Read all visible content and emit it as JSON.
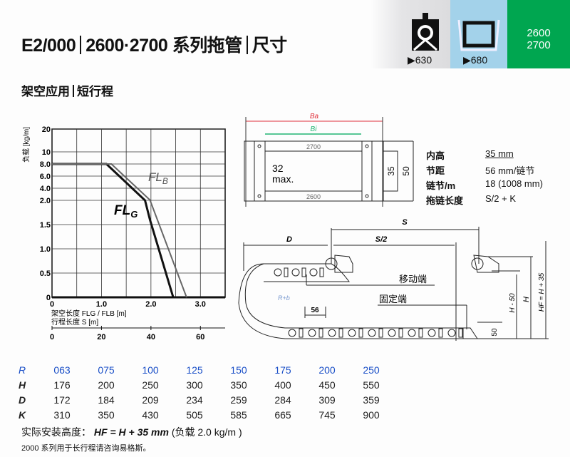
{
  "header": {
    "title_parts": [
      "E2/000",
      "2600·2700 系列拖管",
      "尺寸"
    ],
    "subtitle_parts": [
      "架空应用",
      "短行程"
    ],
    "tabs": [
      {
        "label": "▶630",
        "icon": "chain-end-bracket-icon"
      },
      {
        "label": "▶680",
        "icon": "frame-cross-section-icon"
      }
    ],
    "series_badge": [
      "2600",
      "2700"
    ],
    "colors": {
      "green": "#00a650",
      "blue_tab": "#a3d2ea",
      "table_blue": "#1a4fc7"
    }
  },
  "chart_data": {
    "type": "line",
    "ylabel": "负载 [kg/m]",
    "xlabel1": "架空长度 FLG / FLB [m]",
    "xlabel2": "行程长度 S [m]",
    "yticks": [
      "20",
      "10",
      "8.0",
      "6.0",
      "4.0",
      "2.0",
      "1.5",
      "1.0",
      "0.5",
      "0"
    ],
    "ytick_values": [
      20,
      10,
      8,
      6,
      4,
      2,
      1.5,
      1,
      0.5,
      0
    ],
    "xticks": [
      "0",
      "1.0",
      "2.0",
      "3.0"
    ],
    "xtick_values": [
      0,
      1,
      2,
      3
    ],
    "x2ticks": [
      "0",
      "20",
      "40",
      "60"
    ],
    "xlim": [
      0,
      3.5
    ],
    "grid": true,
    "series": [
      {
        "name": "FLG",
        "color": "#111111",
        "points": [
          [
            0,
            8
          ],
          [
            1.1,
            8
          ],
          [
            1.88,
            2
          ],
          [
            1.98,
            1.6
          ],
          [
            2.45,
            0
          ]
        ]
      },
      {
        "name": "FLB",
        "color": "#666666",
        "points": [
          [
            0,
            8
          ],
          [
            1.2,
            8
          ],
          [
            1.98,
            2.05
          ],
          [
            2.72,
            0
          ]
        ]
      }
    ]
  },
  "section": {
    "Ba": "Ba",
    "Bi": "Bi",
    "top_code": "2700",
    "bottom_code": "2600",
    "max_label": [
      "32",
      "max."
    ],
    "inner": "35",
    "outer": "50"
  },
  "specs": [
    {
      "label": "内高",
      "value": "35 mm"
    },
    {
      "label": "节距",
      "value": "56 mm/链节"
    },
    {
      "label": "链节/m",
      "value": "18 (1008 mm)"
    },
    {
      "label": "拖链长度",
      "value": "S/2 + K"
    }
  ],
  "side_view": {
    "S": "S",
    "S2": "S/2",
    "D": "D",
    "moving": "移动端",
    "fixed": "固定端",
    "R": "R+b",
    "pitch": "56",
    "h50": "50",
    "Hm50": "H - 50",
    "H": "H",
    "HF": "HF = H + 35"
  },
  "table": {
    "rows": [
      {
        "key": "R",
        "values": [
          "063",
          "075",
          "100",
          "125",
          "150",
          "175",
          "200",
          "250"
        ]
      },
      {
        "key": "H",
        "values": [
          "176",
          "200",
          "250",
          "300",
          "350",
          "400",
          "450",
          "550"
        ]
      },
      {
        "key": "D",
        "values": [
          "172",
          "184",
          "209",
          "234",
          "259",
          "284",
          "309",
          "359"
        ]
      },
      {
        "key": "K",
        "values": [
          "310",
          "350",
          "430",
          "505",
          "585",
          "665",
          "745",
          "900"
        ]
      }
    ]
  },
  "notes": {
    "install_label": "实际安装高度：",
    "install_formula": "HF = H + 35 mm",
    "install_load": "(负载 2.0 kg/m )",
    "footnote": "2000 系列用于长行程请咨询易格斯。"
  }
}
